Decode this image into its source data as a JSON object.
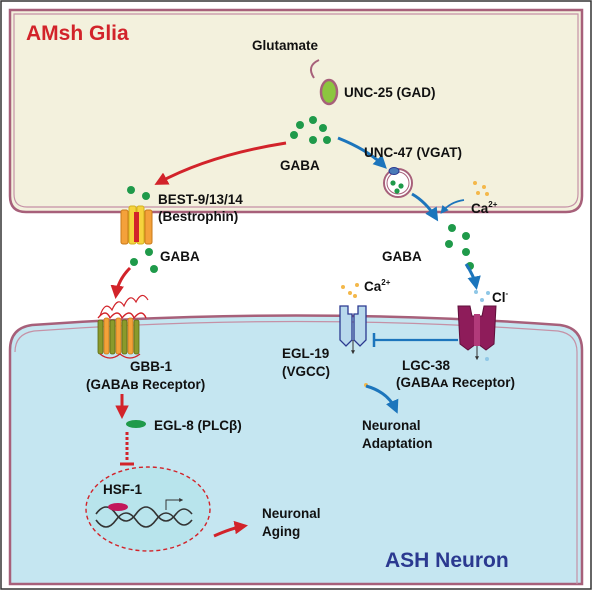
{
  "title_glia": "AMsh Glia",
  "title_neuron": "ASH Neuron",
  "labels": {
    "glutamate": "Glutamate",
    "unc25": "UNC-25 (GAD)",
    "gaba_center": "GABA",
    "unc47": "UNC-47 (VGAT)",
    "best_line1": "BEST-9/13/14",
    "best_line2": "(Bestrophin)",
    "ca_glia_base": "Ca",
    "ca_glia_sup": "2+",
    "gaba_left": "GABA",
    "gaba_right": "GABA",
    "ca_neuron_base": "Ca",
    "ca_neuron_sup": "2+",
    "cl_base": "Cl",
    "cl_sup": "-",
    "gbb1_line1": "GBB-1",
    "gbb1_line2": "(GABAʙ Receptor)",
    "egl19_line1": "EGL-19",
    "egl19_line2": "(VGCC)",
    "lgc38_line1": "LGC-38",
    "lgc38_line2": "(GABAᴀ Receptor)",
    "egl8": "EGL-8 (PLCβ)",
    "adaptation_line1": "Neuronal",
    "adaptation_line2": "Adaptation",
    "hsf1": "HSF-1",
    "aging_line1": "Neuronal",
    "aging_line2": "Aging"
  },
  "colors": {
    "glia_fill": "#f3f1dd",
    "neuron_fill": "#c5e6f1",
    "membrane": "#a7607a",
    "gaba_dot": "#1f9a4a",
    "red_arrow": "#d2232a",
    "blue_arrow": "#1c75bc",
    "ca_dot": "#f4b84a",
    "cl_dot": "#8fc7e6"
  }
}
